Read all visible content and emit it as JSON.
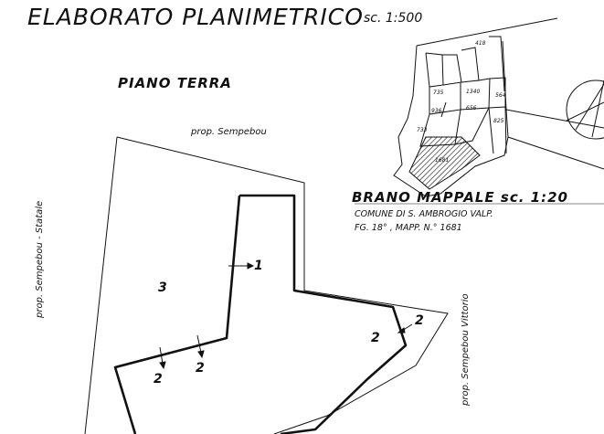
{
  "title": "ELABORATO PLANIMETRICO",
  "title_scale": "sc. 1:500",
  "floor_title": "PIANO TERRA",
  "property_labels": {
    "top": "prop. Sempebou",
    "left": "prop. Sempebou - Statale",
    "right": "prop. Sempebou Vittorio"
  },
  "area_labels": {
    "main": "3",
    "arrow_one": "1",
    "two_a": "2",
    "two_b": "2",
    "two_c": "2",
    "two_d": "2"
  },
  "brano": {
    "title": "BRANO MAPPALE sc. 1:20",
    "line1": "COMUNE DI S. AMBROGIO VALP.",
    "line2": "FG. 18° , MAPP. N.° 1681"
  },
  "map_labels": {
    "a": "418",
    "b": "735",
    "c": "1340",
    "d": "564",
    "e": "936",
    "f": "656",
    "g": "825",
    "h": "733",
    "i": "1681"
  }
}
